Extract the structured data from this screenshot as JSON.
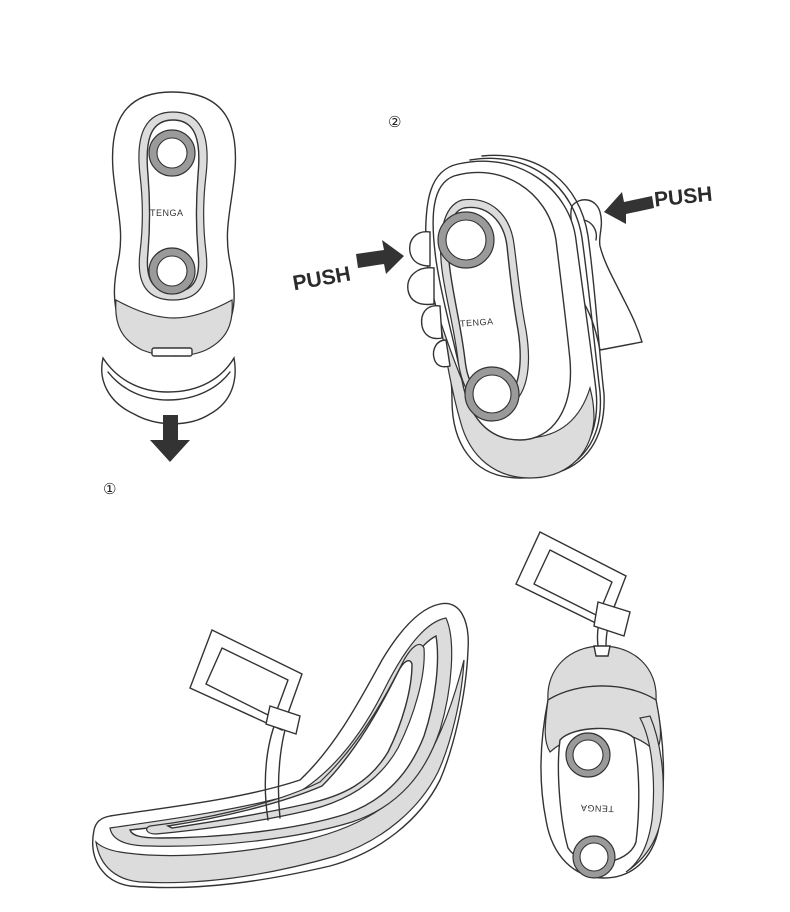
{
  "steps": {
    "one": {
      "number": "①"
    },
    "two": {
      "number": "②"
    }
  },
  "labels": {
    "push_left": "PUSH",
    "push_right": "PUSH"
  },
  "brand": {
    "logo_front": "TENGA",
    "logo_back": "TENGA"
  },
  "colors": {
    "outline": "#333333",
    "shell_gray": "#dcdcdc",
    "ring_gray": "#9a9a9a",
    "arrow": "#333333"
  },
  "icons": [
    "down-arrow-icon",
    "right-arrow-icon",
    "left-arrow-icon"
  ]
}
